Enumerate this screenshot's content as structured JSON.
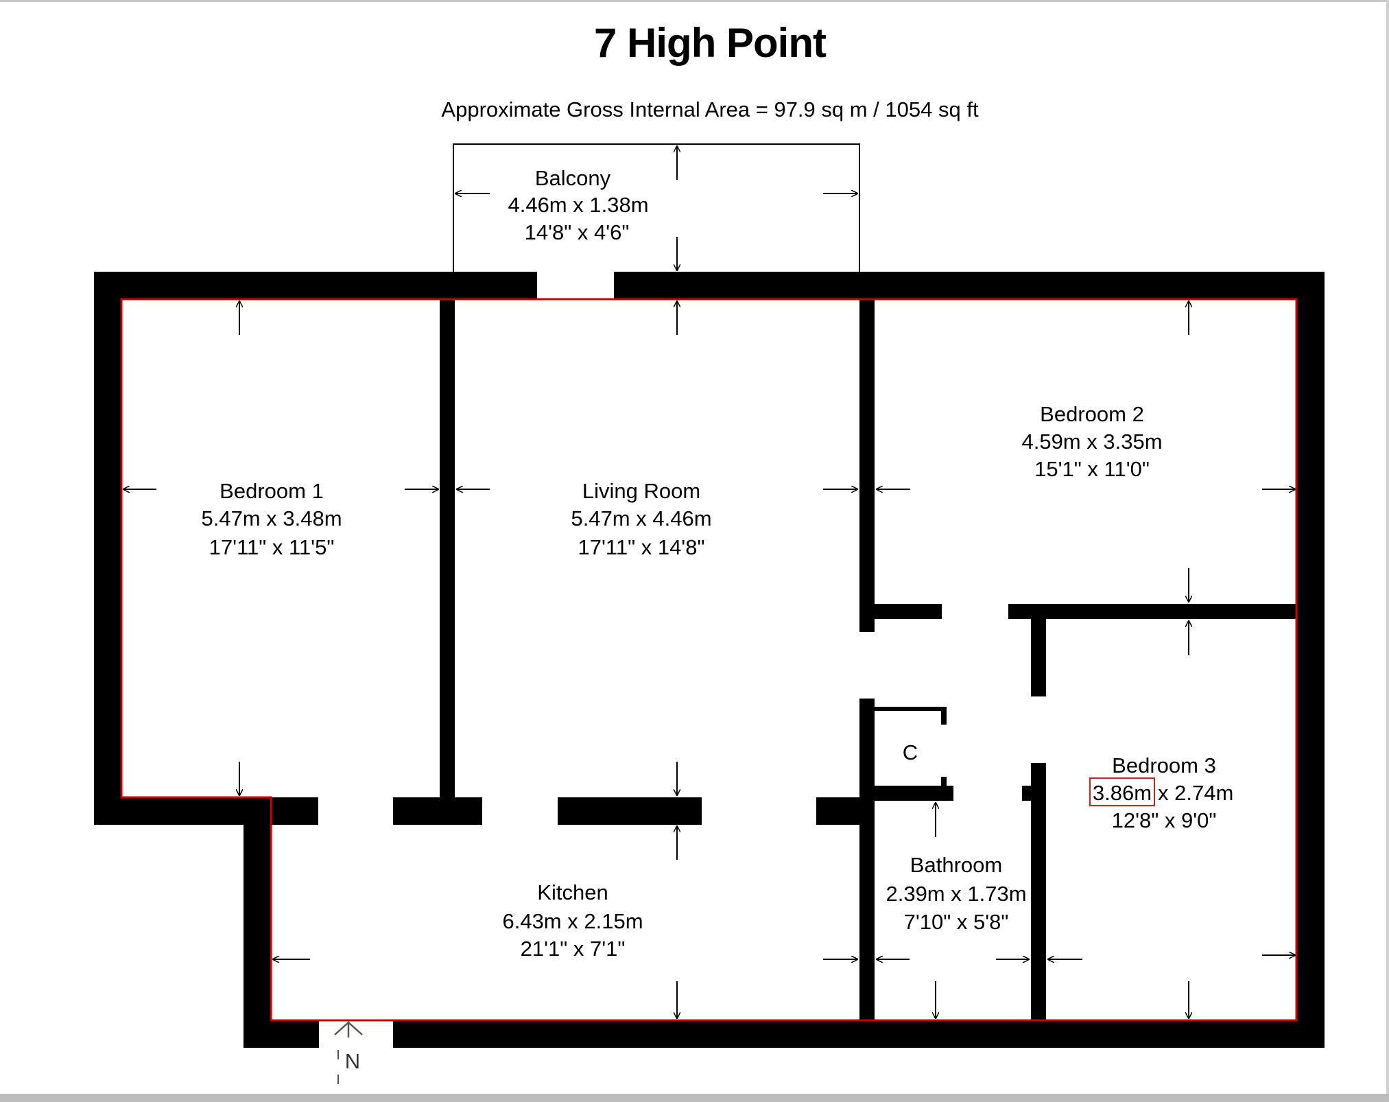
{
  "title": "7 High Point",
  "subtitle": "Approximate Gross Internal Area = 97.9 sq m / 1054 sq ft",
  "rooms": {
    "balcony": {
      "name": "Balcony",
      "metric": "4.46m x 1.38m",
      "imperial": "14'8\" x 4'6\""
    },
    "bedroom1": {
      "name": "Bedroom 1",
      "metric": "5.47m x 3.48m",
      "imperial": "17'11\" x 11'5\""
    },
    "living": {
      "name": "Living Room",
      "metric": "5.47m x 4.46m",
      "imperial": "17'11\" x 14'8\""
    },
    "bedroom2": {
      "name": "Bedroom 2",
      "metric": "4.59m x 3.35m",
      "imperial": "15'1\" x 11'0\""
    },
    "bedroom3": {
      "name": "Bedroom 3",
      "metric_highlight": "3.86m",
      "metric_rest": "x 2.74m",
      "imperial": "12'8\" x 9'0\""
    },
    "bathroom": {
      "name": "Bathroom",
      "metric": "2.39m x 1.73m",
      "imperial": "7'10\" x 5'8\""
    },
    "kitchen": {
      "name": "Kitchen",
      "metric": "6.43m x 2.15m",
      "imperial": "21'1\" x 7'1\""
    },
    "cupboard": {
      "name": "C"
    }
  },
  "compass": {
    "label": "N"
  },
  "colors": {
    "wall": "#000000",
    "outline": "#cc0000",
    "highlight": "#cc2222"
  }
}
